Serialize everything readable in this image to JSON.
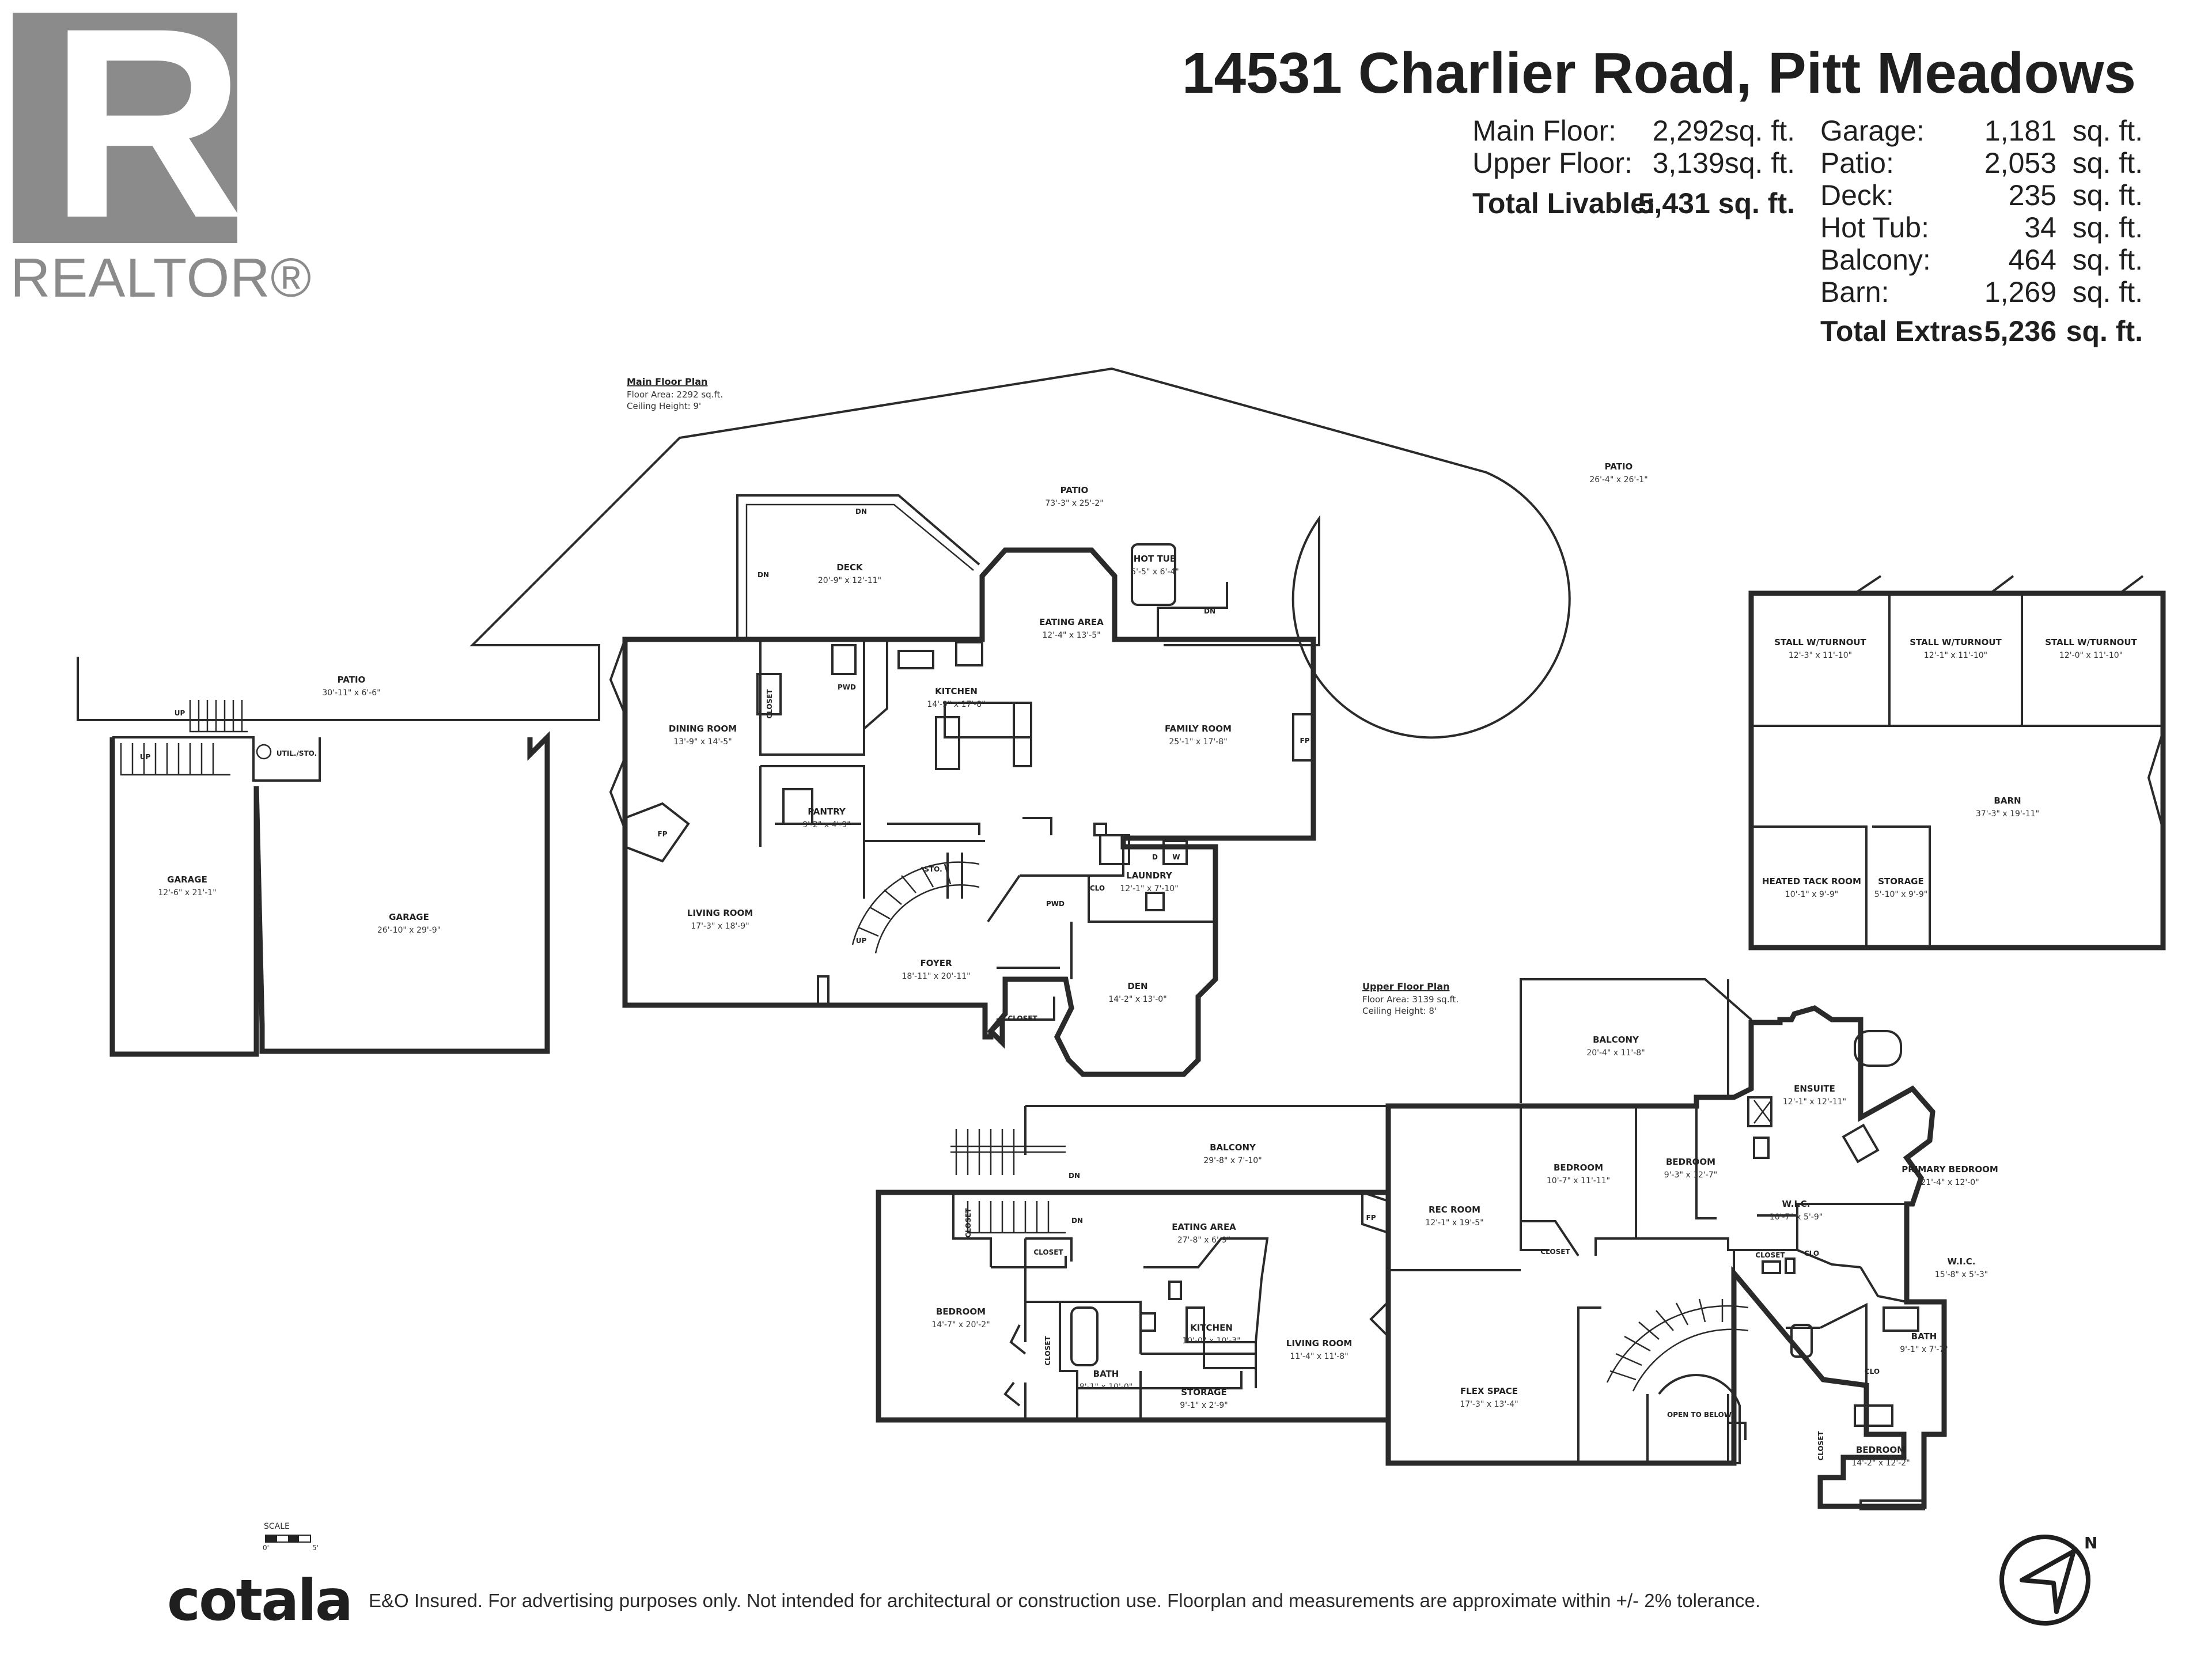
{
  "logo": {
    "letter": "R",
    "word": "REALTOR®"
  },
  "title": "14531 Charlier Road, Pitt Meadows",
  "stats_left": [
    {
      "label": "Main Floor:",
      "value": "2,292sq. ft."
    },
    {
      "label": "Upper Floor:",
      "value": "3,139sq. ft."
    },
    {
      "label": "Total Livable:",
      "value": "5,431 sq. ft."
    }
  ],
  "stats_right": [
    {
      "label": "Garage:",
      "num": "1,181",
      "unit": "sq. ft."
    },
    {
      "label": "Patio:",
      "num": "2,053",
      "unit": "sq. ft."
    },
    {
      "label": "Deck:",
      "num": "235",
      "unit": "sq. ft."
    },
    {
      "label": "Hot Tub:",
      "num": "34",
      "unit": "sq. ft."
    },
    {
      "label": "Balcony:",
      "num": "464",
      "unit": "sq. ft."
    },
    {
      "label": "Barn:",
      "num": "1,269",
      "unit": "sq. ft."
    },
    {
      "label": "Total Extras:",
      "num": "5,236",
      "unit": "sq. ft."
    }
  ],
  "main_plan": {
    "heading": "Main Floor Plan",
    "area": "Floor Area: 2292 sq.ft.",
    "ceiling": "Ceiling Height: 9'"
  },
  "upper_plan": {
    "heading": "Upper Floor Plan",
    "area": "Floor Area: 3139 sq.ft.",
    "ceiling": "Ceiling Height: 8'"
  },
  "rooms": {
    "patio_left": {
      "name": "PATIO",
      "dim": "30'-11\" x 6'-6\""
    },
    "patio_top": {
      "name": "PATIO",
      "dim": "73'-3\" x 25'-2\""
    },
    "patio_circle": {
      "name": "PATIO",
      "dim": "26'-4\" x 26'-1\""
    },
    "deck": {
      "name": "DECK",
      "dim": "20'-9\" x 12'-11\""
    },
    "hot_tub": {
      "name": "HOT TUB",
      "dim": "5'-5\" x 6'-4\""
    },
    "eating_area_main": {
      "name": "EATING AREA",
      "dim": "12'-4\" x 13'-5\""
    },
    "kitchen_main": {
      "name": "KITCHEN",
      "dim": "14'-9\" x 17'-8\""
    },
    "dining_room": {
      "name": "DINING ROOM",
      "dim": "13'-9\" x 14'-5\""
    },
    "family_room": {
      "name": "FAMILY ROOM",
      "dim": "25'-1\" x 17'-8\""
    },
    "pantry": {
      "name": "PANTRY",
      "dim": "9'-2\" x 4'-9\""
    },
    "living_room_main": {
      "name": "LIVING ROOM",
      "dim": "17'-3\" x 18'-9\""
    },
    "foyer": {
      "name": "FOYER",
      "dim": "18'-11\" x 20'-11\""
    },
    "laundry": {
      "name": "LAUNDRY",
      "dim": "12'-1\" x 7'-10\""
    },
    "den": {
      "name": "DEN",
      "dim": "14'-2\" x 13'-0\""
    },
    "garage_small": {
      "name": "GARAGE",
      "dim": "12'-6\" x 21'-1\""
    },
    "garage_large": {
      "name": "GARAGE",
      "dim": "26'-10\" x 29'-9\""
    },
    "stall_1": {
      "name": "STALL W/TURNOUT",
      "dim": "12'-3\" x 11'-10\""
    },
    "stall_2": {
      "name": "STALL W/TURNOUT",
      "dim": "12'-1\" x 11'-10\""
    },
    "stall_3": {
      "name": "STALL W/TURNOUT",
      "dim": "12'-0\" x 11'-10\""
    },
    "barn": {
      "name": "BARN",
      "dim": "37'-3\" x 19'-11\""
    },
    "tack_room": {
      "name": "HEATED TACK ROOM",
      "dim": "10'-1\" x 9'-9\""
    },
    "barn_storage": {
      "name": "STORAGE",
      "dim": "5'-10\" x 9'-9\""
    },
    "balcony_upper_left": {
      "name": "BALCONY",
      "dim": "29'-8\" x 7'-10\""
    },
    "balcony_upper_right": {
      "name": "BALCONY",
      "dim": "20'-4\" x 11'-8\""
    },
    "eating_area_upper": {
      "name": "EATING AREA",
      "dim": "27'-8\" x 6'-9\""
    },
    "bedroom_left": {
      "name": "BEDROOM",
      "dim": "14'-7\" x 20'-2\""
    },
    "kitchen_upper": {
      "name": "KITCHEN",
      "dim": "10'-0\" x 10'-3\""
    },
    "living_room_upper": {
      "name": "LIVING ROOM",
      "dim": "11'-4\" x 11'-8\""
    },
    "bath_left": {
      "name": "BATH",
      "dim": "8'-1\" x 10'-0\""
    },
    "storage_upper": {
      "name": "STORAGE",
      "dim": "9'-1\" x 2'-9\""
    },
    "rec_room": {
      "name": "REC ROOM",
      "dim": "12'-1\" x 19'-5\""
    },
    "bedroom_mid1": {
      "name": "BEDROOM",
      "dim": "10'-7\" x 11'-11\""
    },
    "bedroom_mid2": {
      "name": "BEDROOM",
      "dim": "9'-3\" x 12'-7\""
    },
    "ensuite": {
      "name": "ENSUITE",
      "dim": "12'-1\" x 12'-11\""
    },
    "primary_bedroom": {
      "name": "PRIMARY BEDROOM",
      "dim": "21'-4\" x 12'-0\""
    },
    "wic_1": {
      "name": "W.I.C.",
      "dim": "10'-7\" x 5'-9\""
    },
    "wic_2": {
      "name": "W.I.C.",
      "dim": "15'-8\" x 5'-3\""
    },
    "flex_space": {
      "name": "FLEX SPACE",
      "dim": "17'-3\" x 13'-4\""
    },
    "bath_right": {
      "name": "BATH",
      "dim": "9'-1\" x 7'-7\""
    },
    "bedroom_right": {
      "name": "BEDROOM",
      "dim": "14'-2\" x 12'-2\""
    }
  },
  "small_labels": {
    "closet": "CLOSET",
    "clo": "CLO",
    "pwd": "PWD",
    "sto": "STO.",
    "fp": "FP",
    "util": "UTIL./STO.",
    "open_below": "OPEN TO BELOW",
    "dn": "DN",
    "up": "UP",
    "d": "D",
    "w": "W"
  },
  "scale": {
    "label": "SCALE",
    "start": "0'",
    "end": "5'"
  },
  "north_label": "N",
  "brand": "cotala",
  "disclaimer": "E&O Insured. For advertising purposes only. Not intended for architectural or construction use. Floorplan and measurements are approximate within +/- 2% tolerance."
}
